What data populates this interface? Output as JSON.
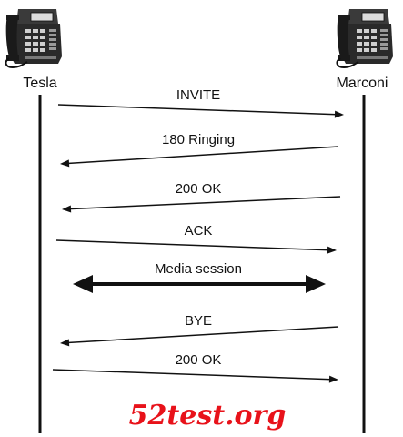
{
  "parties": {
    "left": "Tesla",
    "right": "Marconi"
  },
  "messages": [
    {
      "label": "INVITE",
      "direction": "right"
    },
    {
      "label": "180 Ringing",
      "direction": "left"
    },
    {
      "label": "200 OK",
      "direction": "left"
    },
    {
      "label": "ACK",
      "direction": "right"
    },
    {
      "label": "Media session",
      "direction": "both"
    },
    {
      "label": "BYE",
      "direction": "left"
    },
    {
      "label": "200 OK",
      "direction": "right"
    }
  ],
  "watermark": "52test.org",
  "icons": {
    "left_phone": "desk-phone-icon",
    "right_phone": "desk-phone-icon"
  },
  "colors": {
    "line": "#111111",
    "watermark": "#e8121a"
  }
}
